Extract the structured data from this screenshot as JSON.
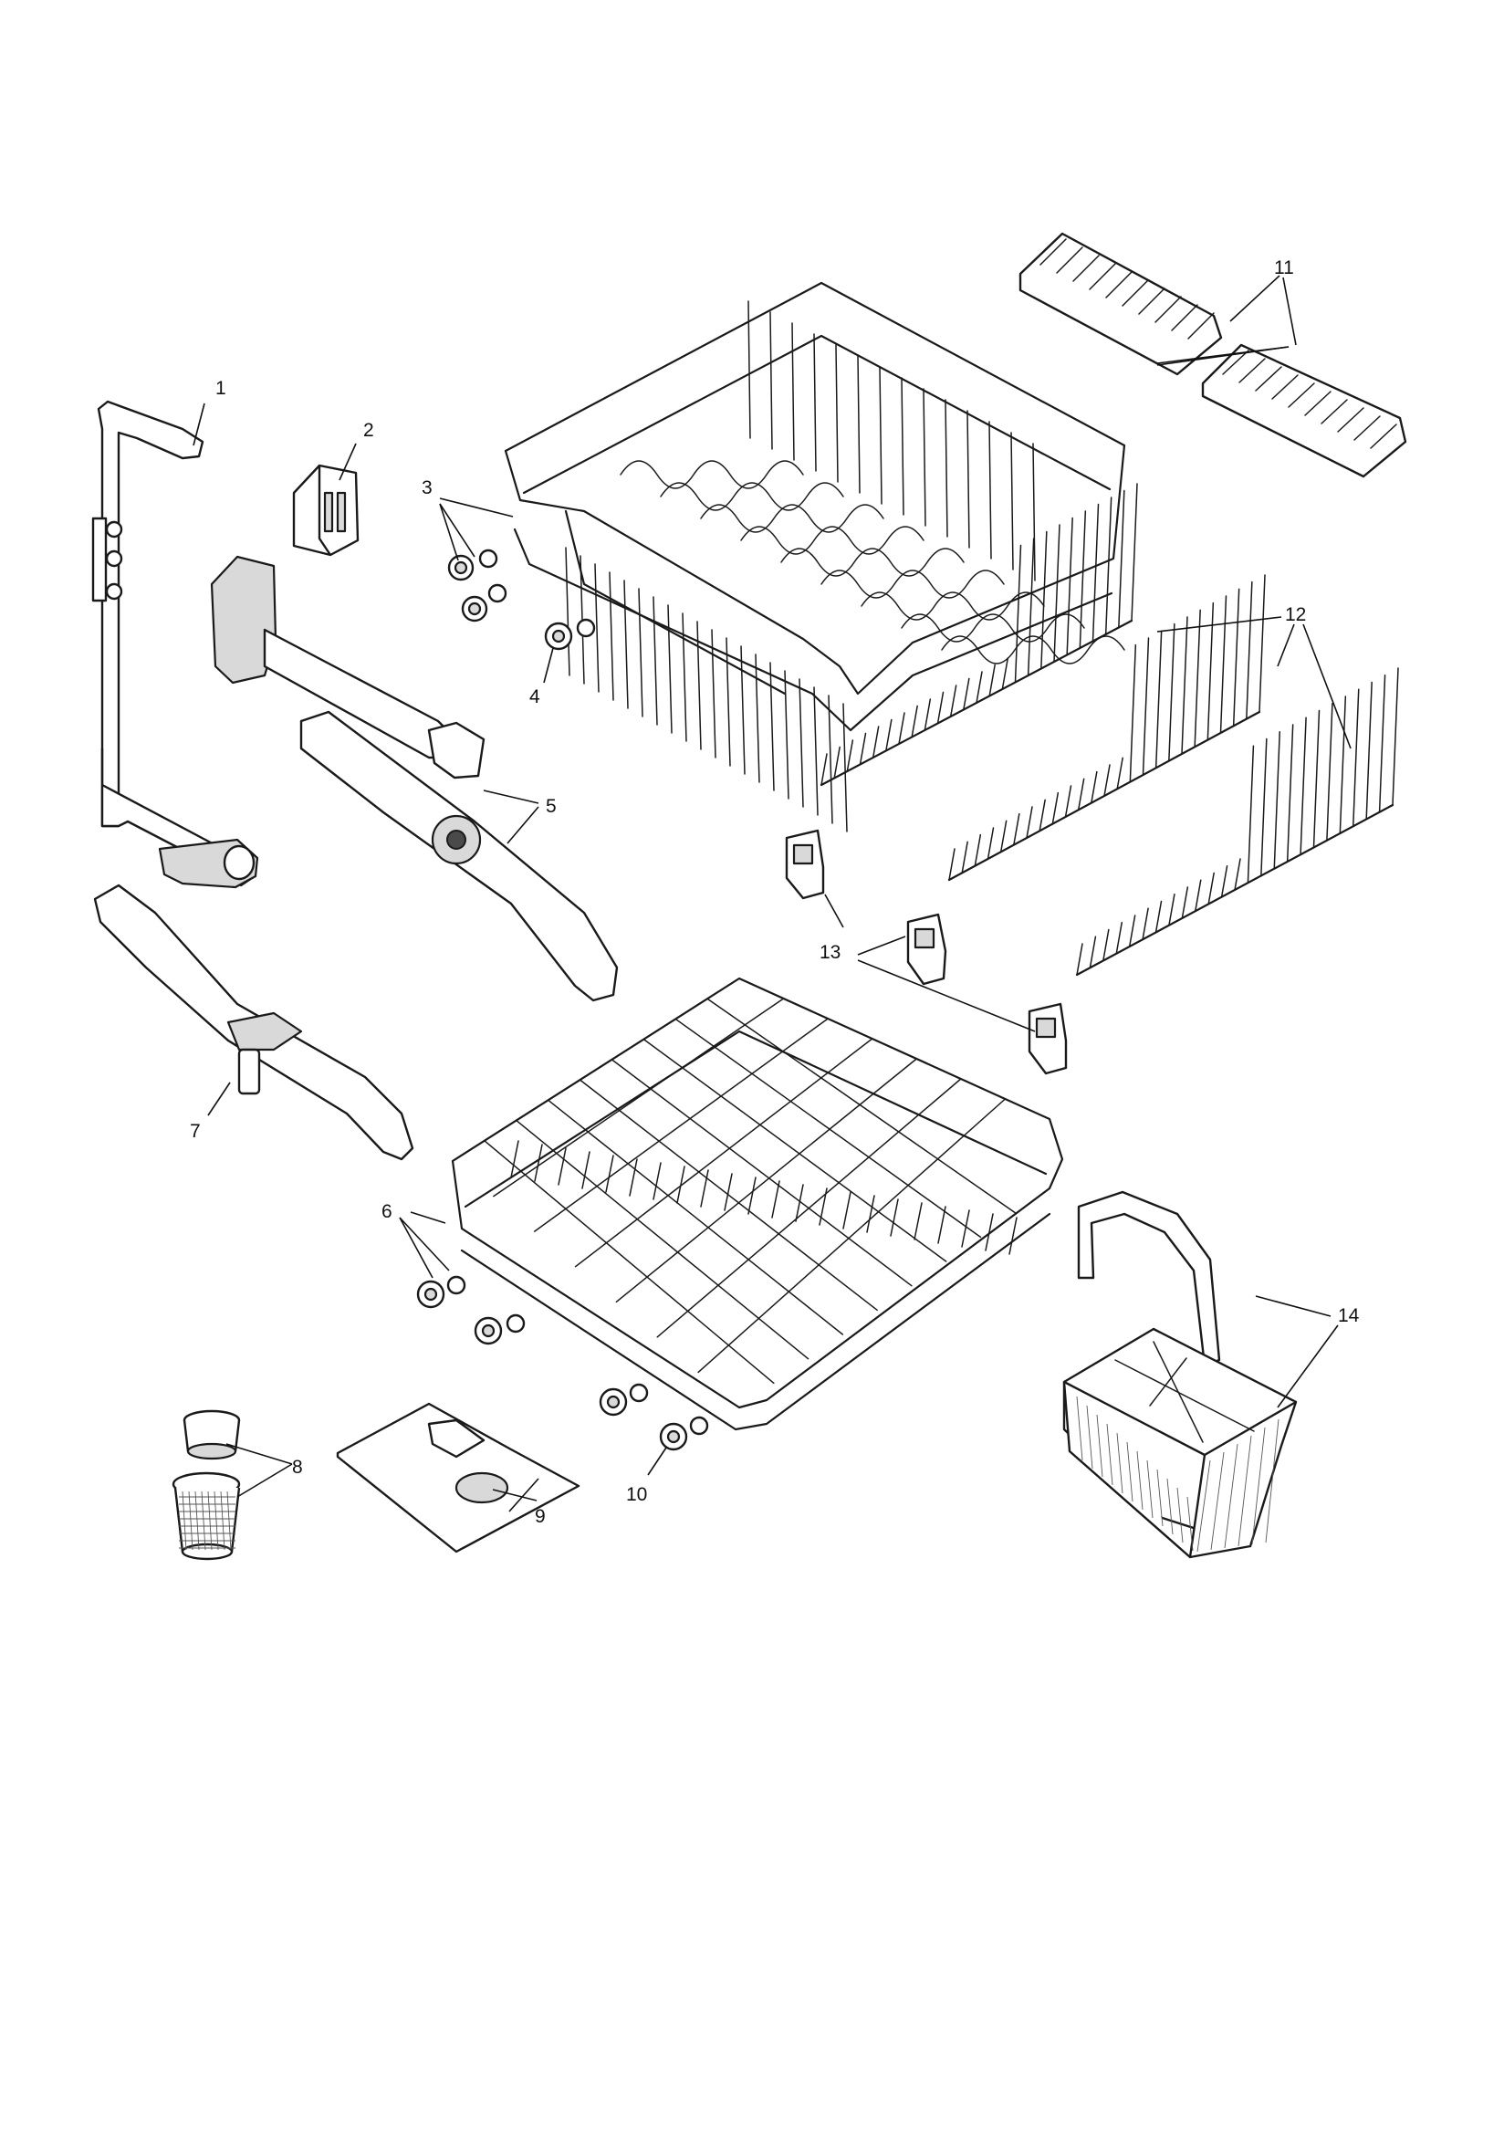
{
  "diagram": {
    "type": "exploded parts diagram",
    "callouts": [
      {
        "id": "1",
        "label": "1"
      },
      {
        "id": "2",
        "label": "2"
      },
      {
        "id": "3",
        "label": "3"
      },
      {
        "id": "4",
        "label": "4"
      },
      {
        "id": "5",
        "label": "5"
      },
      {
        "id": "6",
        "label": "6"
      },
      {
        "id": "7",
        "label": "7"
      },
      {
        "id": "8",
        "label": "8"
      },
      {
        "id": "9",
        "label": "9"
      },
      {
        "id": "10",
        "label": "10"
      },
      {
        "id": "11",
        "label": "11"
      },
      {
        "id": "12",
        "label": "12"
      },
      {
        "id": "13",
        "label": "13"
      },
      {
        "id": "14",
        "label": "14"
      }
    ]
  },
  "colors": {
    "line": "#1a1a1a",
    "background": "#ffffff",
    "part_fill": "#d9d9d9"
  }
}
